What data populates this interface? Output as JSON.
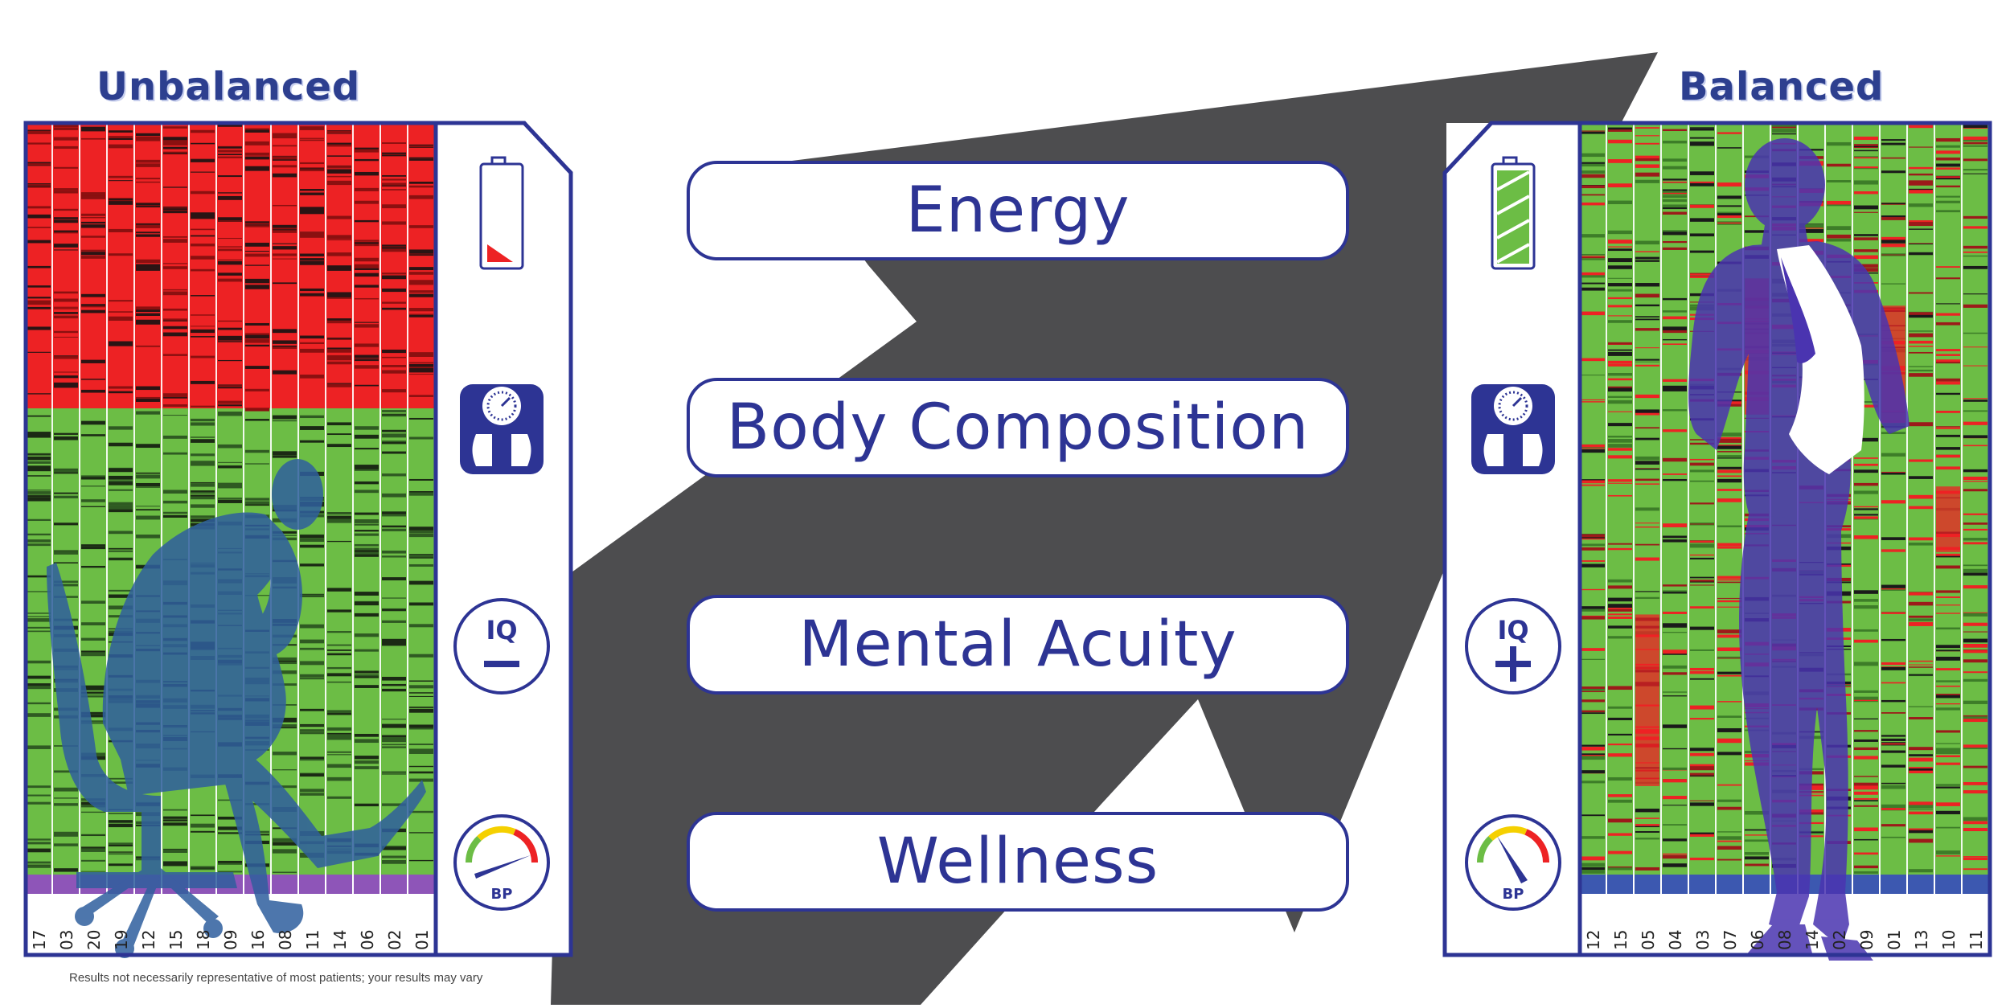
{
  "panels": {
    "left_title": "Unbalanced",
    "right_title": "Balanced"
  },
  "attributes": [
    {
      "label": "Energy"
    },
    {
      "label": "Body Composition"
    },
    {
      "label": "Mental Acuity"
    },
    {
      "label": "Wellness"
    }
  ],
  "left_icons": {
    "battery": "battery-low-icon",
    "scale": "scale-icon",
    "iq": "iq-minus-icon",
    "bp": "blood-pressure-gauge-low-icon",
    "iq_text": "IQ",
    "bp_text": "BP"
  },
  "right_icons": {
    "battery": "battery-full-icon",
    "scale": "scale-icon",
    "iq": "iq-plus-icon",
    "bp": "blood-pressure-gauge-high-icon",
    "iq_text": "IQ",
    "bp_text": "BP"
  },
  "left_sample_labels": [
    "17",
    "03",
    "20",
    "19",
    "12",
    "15",
    "18",
    "09",
    "16",
    "08",
    "11",
    "14",
    "06",
    "02",
    "01"
  ],
  "right_sample_labels": [
    "12",
    "15",
    "05",
    "04",
    "03",
    "07",
    "06",
    "08",
    "14",
    "02",
    "09",
    "01",
    "13",
    "10",
    "11"
  ],
  "colors": {
    "brand": "#2d3494",
    "up_regulated": "#ed2224",
    "down_regulated": "#6cbd45",
    "band": "#4d4d4f",
    "silhouette_left": "#2f5f9e",
    "silhouette_right": "#4a34b0"
  },
  "footnote": "Results not necessarily representative of most patients; your results may vary"
}
